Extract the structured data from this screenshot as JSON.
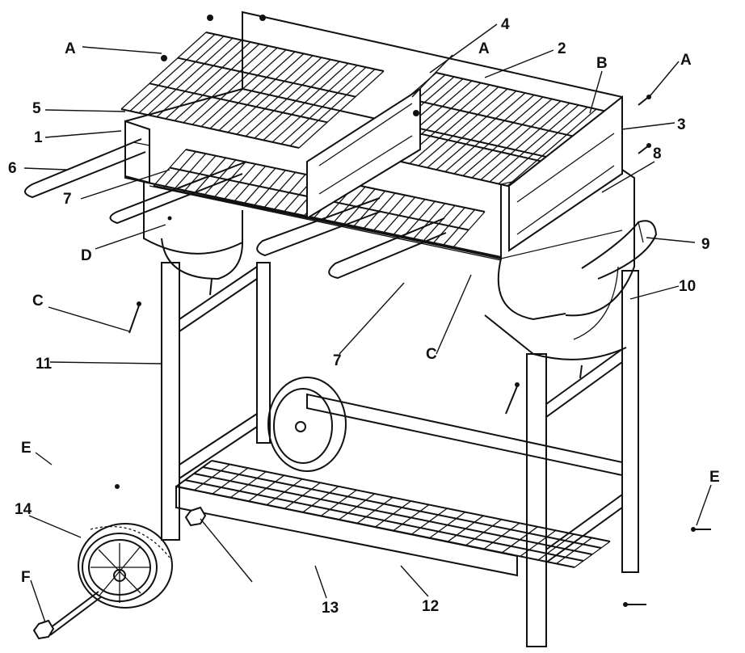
{
  "labels": {
    "A1": "A",
    "A2": "A",
    "A3": "A",
    "B": "B",
    "C1": "C",
    "C2": "C",
    "D": "D",
    "E1": "E",
    "E2": "E",
    "F": "F",
    "n1": "1",
    "n2": "2",
    "n3": "3",
    "n4": "4",
    "n5": "5",
    "n6": "6",
    "n7a": "7",
    "n7b": "7",
    "n8": "8",
    "n9": "9",
    "n10": "10",
    "n11": "11",
    "n12": "12",
    "n13": "13",
    "n14": "14"
  }
}
